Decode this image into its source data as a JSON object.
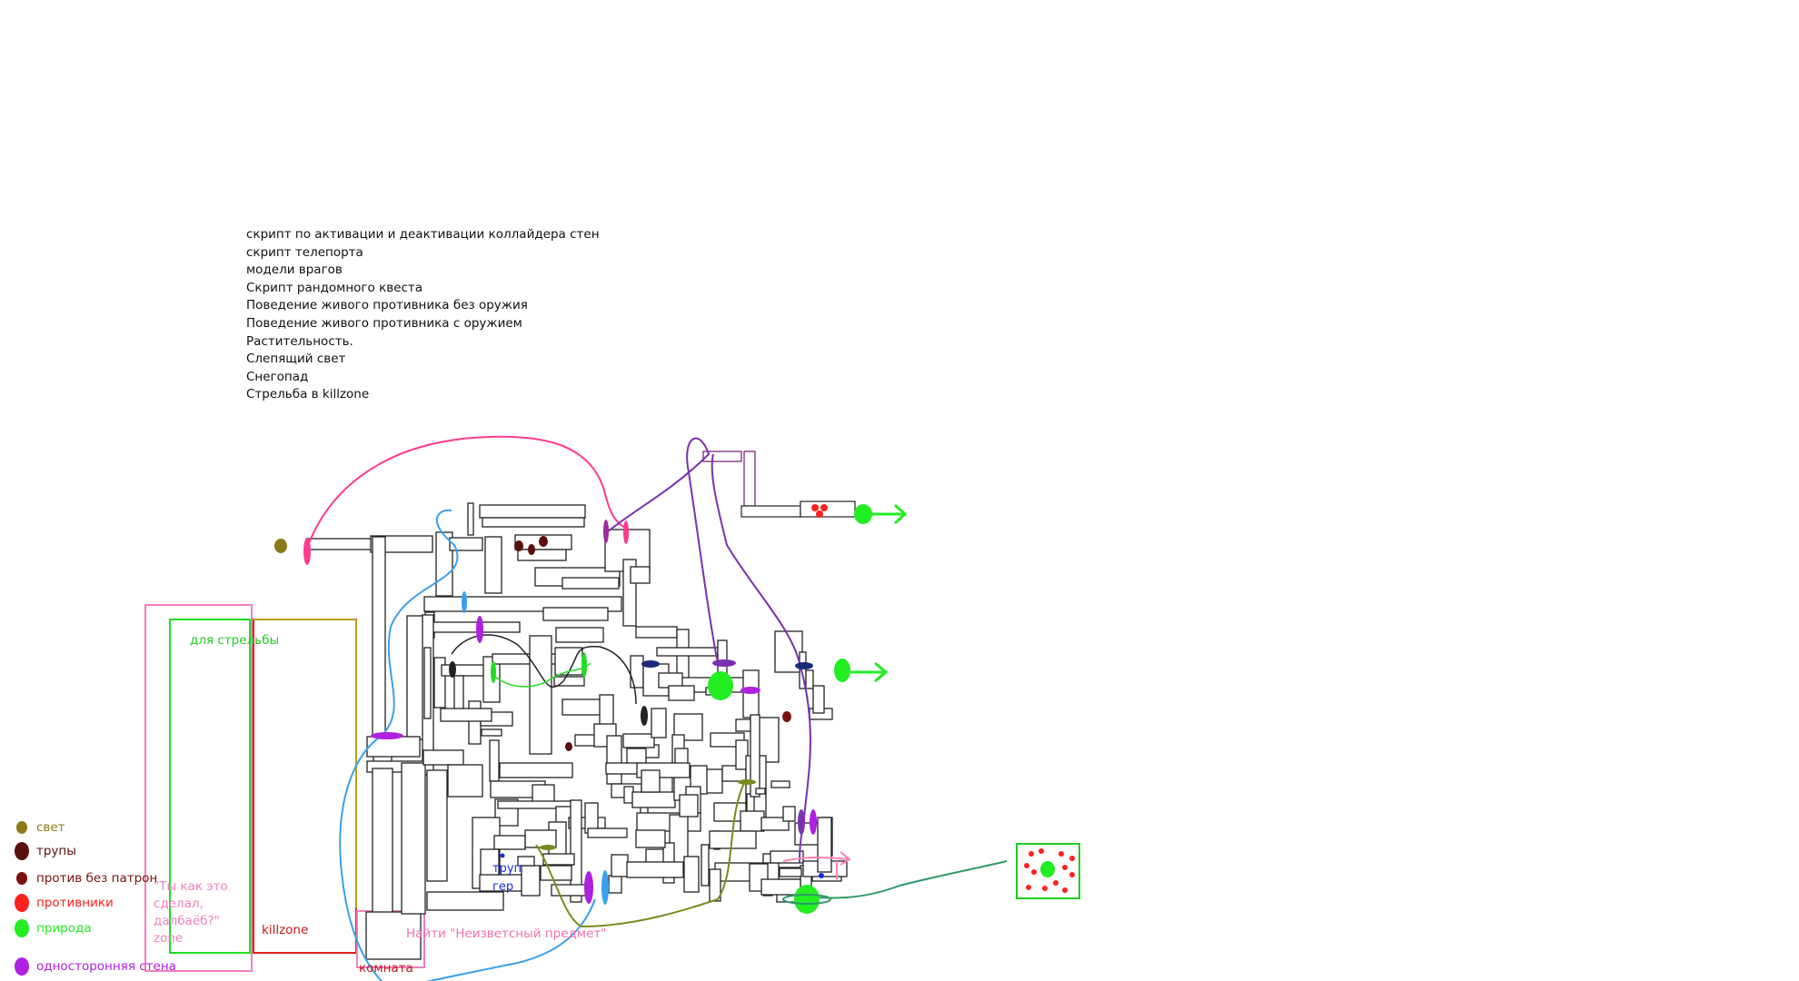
{
  "todo_list": [
    "скрипт по активации и деактивации коллайдера стен",
    "скрипт телепорта",
    "модели врагов",
    "Скрипт рандомного квеста",
    "Поведение живого противника без оружия",
    "Поведение живого противника с оружием",
    "Растительность.",
    "Слепящий свет",
    "Снегопад",
    "Стрельба в killzone"
  ],
  "map_labels": {
    "shooting": "для стрельбы",
    "killzone": "killzone",
    "how_zone": "\"Ты как это\nсделал,\nдалбаёб?\"\nzone",
    "room": "комната",
    "quest": "Найти \"Неизветсный предмет\"",
    "corpse_hero": "труп\nгер"
  },
  "legend": [
    {
      "label": "свет",
      "color": "#8b7a1a",
      "icon": "dot-icon"
    },
    {
      "label": "трупы",
      "color": "#5a0f0f",
      "icon": "blob-icon"
    },
    {
      "label": "против без патрон",
      "color": "#7a1010",
      "icon": "dot-icon"
    },
    {
      "label": "противники",
      "color": "#ff2020",
      "icon": "blob-icon"
    },
    {
      "label": "природа",
      "color": "#22ee22",
      "icon": "blob-icon"
    },
    {
      "label": "односторонняя стена",
      "color": "#b020e0",
      "icon": "blob-icon"
    }
  ],
  "colors": {
    "killzone": "#e02020",
    "shooting": "#22dd22",
    "how_zone": "#f080c0",
    "room": "#f080c0",
    "quest_text": "#f070b0",
    "path_pink": "#ff3b8e",
    "path_blue": "#3aa0ee",
    "path_purple": "#7a30b0",
    "path_olive": "#7a8a20",
    "path_teal": "#2f9a6a",
    "nature": "#22ee22",
    "enemy": "#ff2020"
  }
}
